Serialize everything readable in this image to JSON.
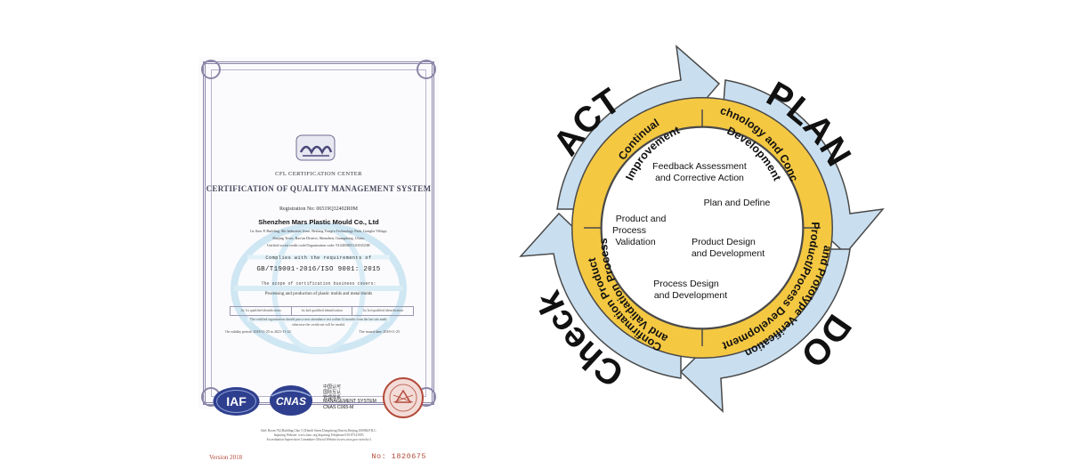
{
  "certificate": {
    "center_name": "CFL CERTIFICATION CENTER",
    "title": "CERTIFICATION OF QUALITY MANAGEMENT SYSTEM",
    "registration": "Registration No:  06519Q32402R0M",
    "company": "Shenzhen Mars Plastic Mould Co., Ltd",
    "address_lines": [
      "1st floor E Building, 8th Industrial Zone, Beifang Yongfa Technology Park, Gonghe Village,",
      "Shajing Town, Bao'an District, Shenzhen, Guangdong, China.",
      "Unified social credit code/Organization code:  91440300312016523R"
    ],
    "complies": "Complies with the requirements of",
    "standard": "GB/T19001-2016/ISO 9001: 2015",
    "scope_label": "The scope of certification business covers:",
    "scope_text": "Processing and production of plastic molds and metal molds",
    "table_cells": [
      "1st 1st qualified identification",
      "1st 2nd qualified identification",
      "1st 3rd qualified identification"
    ],
    "note_lines": [
      "The certified organization should pass a new attendance test within 12 months from the last site audit,",
      "otherwise the certificate will be invalid."
    ],
    "validity": "On validity period:  2018-11-25 to 2021-11-24",
    "issued": "The issued date:  2018-11-25",
    "cnas_small": [
      "中国认可",
      "国际互认",
      "管理体系"
    ],
    "cnas_ms": [
      "MANAGEMENT SYSTEM",
      "CNAS C065-M"
    ],
    "footer_lines": [
      "Add: Room 702,Building,Chin 5 (Xibeili Street,Dongsheng District,Beijing,100084,P.R.C.",
      "Inquiring Website: www.fcmc.org          Inquiring Telephone:010-87141955",
      "Accreditation Supervision Committee Official Website:(www.cnca.gov.cn/zwfw/)"
    ],
    "version": "Version 2018",
    "number": "No: 1820675",
    "logo_iaf_text": "IAF",
    "logo_cnas_text": "CNAS",
    "colors": {
      "border": "#8a86a8",
      "stamp_red": "#b34a3a",
      "logo_blue": "#2f3f8f"
    }
  },
  "pdca": {
    "outer_labels": {
      "plan": "PLAN",
      "do": "DO",
      "check": "Check",
      "act": "ACT"
    },
    "ring_labels": {
      "plan": [
        "Technology and Concept",
        "Development"
      ],
      "do": [
        "Product/Process Development",
        "and Prototype Verification"
      ],
      "check": [
        "Confirmation Product",
        "and Validation Process"
      ],
      "act": [
        "Continual",
        "Improvement"
      ]
    },
    "center_items": {
      "feedback": [
        "Feedback Assessment",
        "and Corrective Action"
      ],
      "plan_define": [
        "Plan and Define"
      ],
      "product_process_validation": [
        "Product and",
        "Process",
        "Validation"
      ],
      "product_design": [
        "Product Design",
        "and Development"
      ],
      "process_design": [
        "Process Design",
        "and Development"
      ]
    },
    "colors": {
      "ring": "#f5c842",
      "arrow_fill": "#c9dff0",
      "arrow_stroke": "#4a4a4a"
    }
  }
}
